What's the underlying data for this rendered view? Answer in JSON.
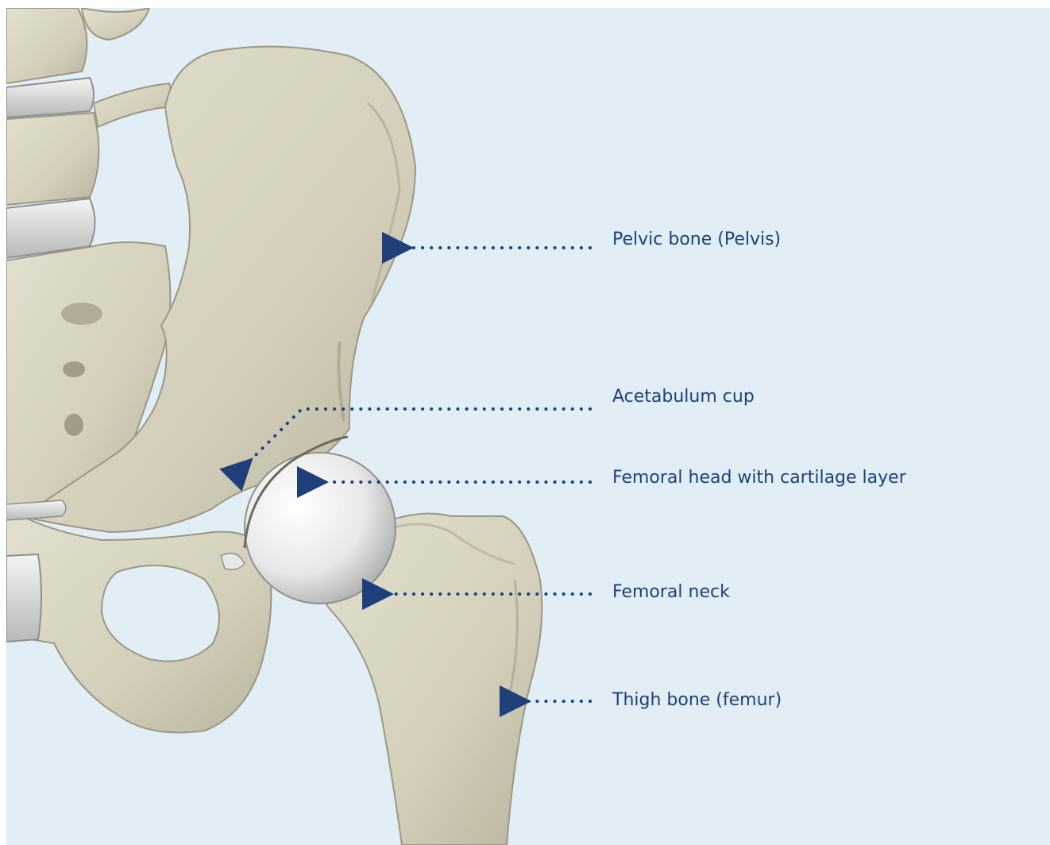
{
  "diagram": {
    "colors": {
      "background": "#e1eef6",
      "bone": "#d8d5c2",
      "bone_shadow": "#a9a48e",
      "cartilage": "#eeeeee",
      "leader": "#1f3f7a",
      "label_text": "#1f3f7a"
    },
    "labels": {
      "pelvis": "Pelvic bone (Pelvis)",
      "acetabulum": "Acetabulum cup",
      "femoral_head": "Femoral head with cartilage layer",
      "femoral_neck": "Femoral neck",
      "femur": "Thigh bone (femur)"
    }
  }
}
